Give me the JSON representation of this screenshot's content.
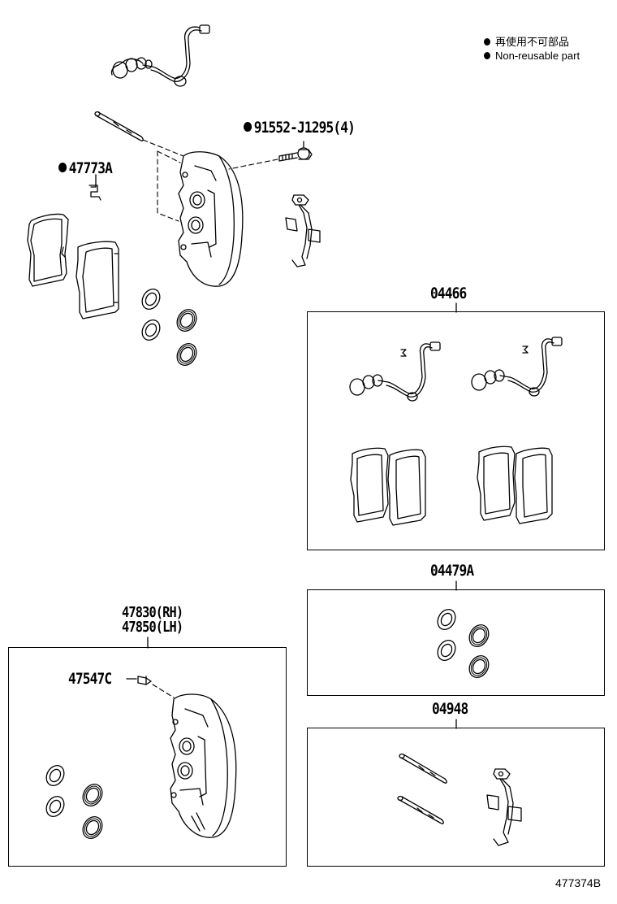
{
  "legend": {
    "items": [
      {
        "symbol": "filled-dot",
        "text": "再使用不可部品"
      },
      {
        "symbol": "filled-dot",
        "text": "Non-reusable part"
      }
    ]
  },
  "callouts": {
    "bolt": {
      "part_no": "91552-J1295(4)",
      "non_reusable": true
    },
    "clip": {
      "part_no": "47773A",
      "non_reusable": true
    },
    "bleeder": {
      "part_no": "47547C",
      "non_reusable": false
    },
    "caliper_assy": {
      "line1": "47830(RH)",
      "line2": "47850(LH)"
    }
  },
  "kits": [
    {
      "part_no": "04466",
      "contents": [
        "pad-wear-sensor",
        "pad-wear-sensor",
        "brake-pad",
        "brake-pad",
        "brake-pad",
        "brake-pad",
        "sensor-clip",
        "sensor-clip"
      ]
    },
    {
      "part_no": "04479A",
      "contents": [
        "piston-seal",
        "piston-seal",
        "piston-seal",
        "piston-seal"
      ]
    },
    {
      "part_no": "04948",
      "contents": [
        "pad-pin",
        "pad-pin",
        "anti-rattle-spring"
      ]
    }
  ],
  "figure_number": "477374B",
  "colors": {
    "line": "#000000",
    "background": "#ffffff"
  }
}
